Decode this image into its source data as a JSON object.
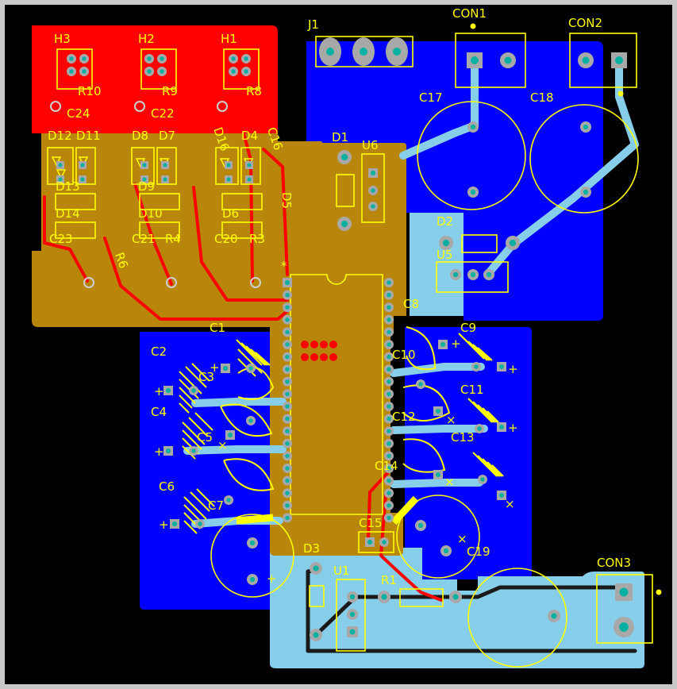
{
  "colors": {
    "background": "#000000",
    "frame": "#c9c9c9",
    "top_copper": "#ff0000",
    "bottom_copper_dark": "#0000ff",
    "bottom_copper_light": "#87ceeb",
    "gold_layer": "#b8860b",
    "silkscreen": "#ffff00",
    "pad": "#a8a8a8",
    "via_hole": "#00b0a0"
  },
  "labels": {
    "H3": "H3",
    "H2": "H2",
    "H1": "H1",
    "R10": "R10",
    "R9": "R9",
    "R8": "R8",
    "C24": "C24",
    "C22": "C22",
    "C16": "C16",
    "D12": "D12",
    "D11": "D11",
    "D8": "D8",
    "D7": "D7",
    "D16": "D16",
    "D4": "D4",
    "D13": "D13",
    "D9": "D9",
    "D5": "D5",
    "D14": "D14",
    "D10": "D10",
    "D6": "D6",
    "C23": "C23",
    "C21": "C21",
    "R4": "R4",
    "C20": "C20",
    "R3": "R3",
    "R6": "R6",
    "J1": "J1",
    "CON1": "CON1",
    "CON2": "CON2",
    "C17": "C17",
    "C18": "C18",
    "D1": "D1",
    "U6": "U6",
    "D2": "D2",
    "U5": "U5",
    "C1": "C1",
    "C2": "C2",
    "C3": "C3",
    "C4": "C4",
    "C5": "C5",
    "C6": "C6",
    "C7": "C7",
    "C8": "C8",
    "C9": "C9",
    "C10": "C10",
    "C11": "C11",
    "C12": "C12",
    "C13": "C13",
    "C14": "C14",
    "C15": "C15",
    "C19": "C19",
    "D3": "D3",
    "U1": "U1",
    "R1": "R1",
    "CON3": "CON3",
    "plus": "+",
    "cross": "×",
    "star": "*"
  }
}
